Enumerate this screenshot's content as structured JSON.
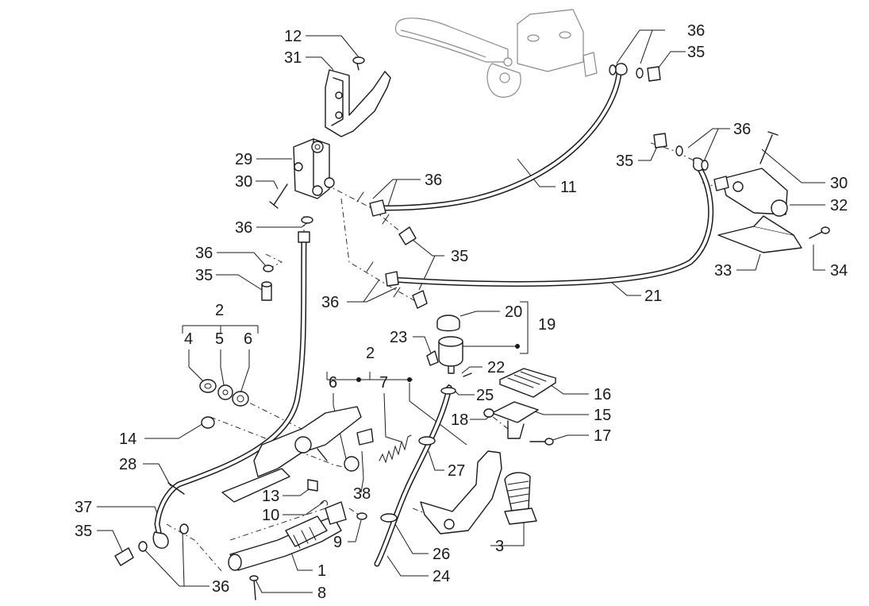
{
  "callouts": {
    "c12": "12",
    "c31": "31",
    "c29": "29",
    "c30a": "30",
    "c36a": "36",
    "c36b": "36",
    "c35a": "35",
    "c2a": "2",
    "c4": "4",
    "c5": "5",
    "c6a": "6",
    "c14": "14",
    "c28": "28",
    "c37": "37",
    "c35b": "35",
    "c36c": "36",
    "c36d": "36",
    "c35c": "35",
    "c36e": "36",
    "c36f": "36",
    "c35d": "35",
    "c11": "11",
    "c36g": "36",
    "c35e": "35",
    "c30b": "30",
    "c32": "32",
    "c33": "33",
    "c34": "34",
    "c21": "21",
    "c20": "20",
    "c19": "19",
    "c23": "23",
    "c22": "22",
    "c2b": "2",
    "c6b": "6",
    "c7": "7",
    "c25": "25",
    "c16": "16",
    "c18": "18",
    "c15": "15",
    "c17": "17",
    "c27": "27",
    "c13": "13",
    "c38": "38",
    "c10": "10",
    "c9": "9",
    "c3": "3",
    "c26": "26",
    "c1": "1",
    "c24": "24",
    "c8": "8"
  },
  "colors": {
    "line": "#1a1a1a",
    "ghost": "#8a8a8a",
    "background": "#ffffff"
  }
}
